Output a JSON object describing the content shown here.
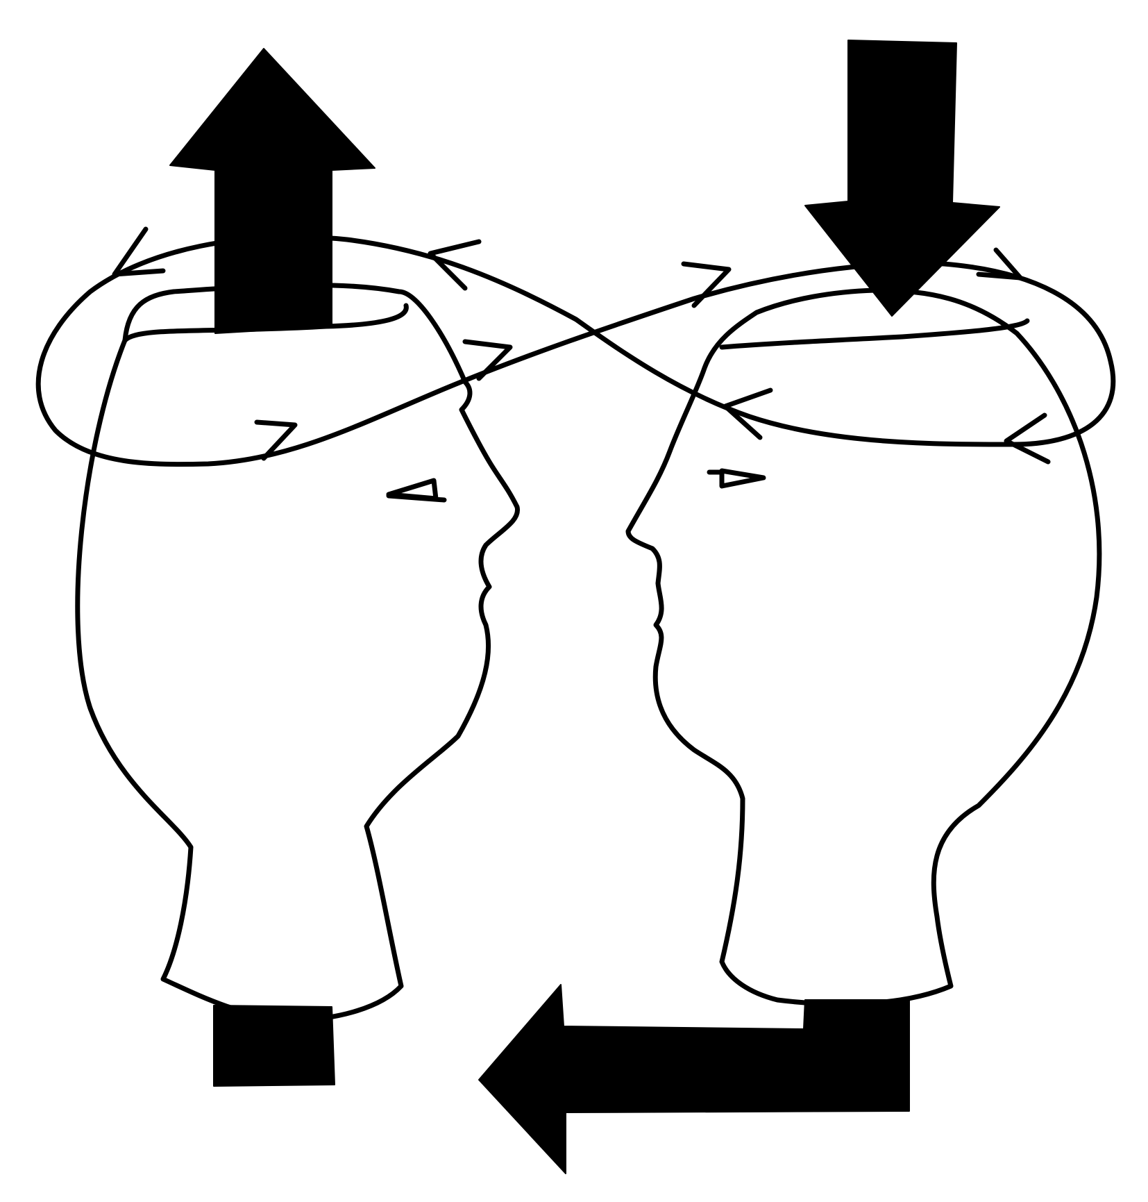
{
  "illustration": {
    "colors": {
      "background": "#ffffff",
      "ink": "#000000"
    },
    "elements": [
      "left-head-profile",
      "right-head-profile",
      "infinity-loop",
      "up-arrow",
      "down-arrow",
      "left-bent-arrow"
    ]
  }
}
